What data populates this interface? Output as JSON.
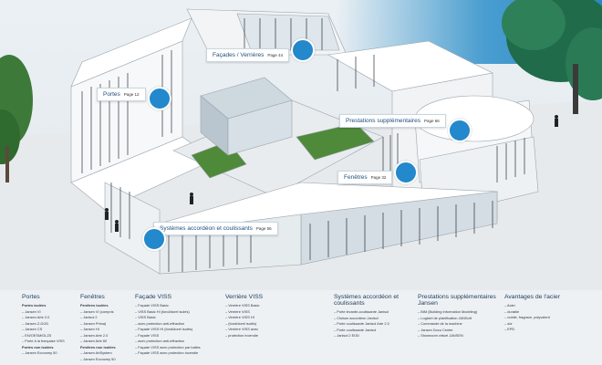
{
  "callouts": {
    "portes": {
      "label": "Portes",
      "page": "Page 12"
    },
    "facades": {
      "label": "Façades / Verrières",
      "page": "Page 44"
    },
    "prestations": {
      "label": "Prestations supplémentaires",
      "page": "Page 66"
    },
    "fenetres": {
      "label": "Fenêtres",
      "page": "Page 32"
    },
    "systemes": {
      "label": "Systèmes accordéon et coulissants",
      "page": "Page 56"
    }
  },
  "legend": {
    "portes": {
      "title": "Portes",
      "items": [
        "Portes isolées",
        "Jansen VI",
        "Jansen Arte 2.0",
        "Jansen Z-DOD",
        "Jansen CS",
        "EN/OESM/OLZ5",
        "Porte à la française VISS",
        "Portes non isolées",
        "Jansen Economy 50"
      ]
    },
    "fenetres": {
      "title": "Fenêtres",
      "items": [
        "Fenêtres isolées",
        "Jansen VI (compris",
        "Janisol 2",
        "Jansen Prima)",
        "Jansen HI",
        "Jansen Arte 2.0",
        "Jansen Arte 60",
        "Fenêtres non isolées",
        "Jansen ArtSystem",
        "Jansen Economy 50"
      ]
    },
    "facade_viss": {
      "title": "Façade VISS",
      "items": [
        "Façade VISS Basic",
        "VISS Basic HI (fond/dorel isolés)",
        "VISS Basic",
        "avec protection anti-effraction",
        "Façade VISS HI (fond/dorel isolés)",
        "Façade VISS",
        "avec protection anti-effraction",
        "Façade VISS avec protection par balles",
        "Façade VISS avec protection incendie"
      ]
    },
    "verriere_viss": {
      "title": "Verrière VISS",
      "items": [
        "Verrière VISS Basic",
        "Verrière VISS",
        "Verrière VISS HI",
        "(fond/dorel isolés)",
        "Verrière VISS avec",
        "protection incendie"
      ]
    },
    "systemes": {
      "title": "Systèmes accordéon et coulissants",
      "items": [
        "Porte levante-coulissante Janisol",
        "Cloison accordéon Janisol",
        "Porte coulissante Janisol Arte 2.0",
        "Porte coulissante Janisol",
        "Janisol 2 EI30"
      ]
    },
    "prestations": {
      "title": "Prestations supplémentaires Jansen",
      "items": [
        "BIM (Building Information Modeling)",
        "Logiciel de planification JANSoft",
        "Commande de la machine",
        "Jansen Docu Center",
        "Showroom virtuel JANSEN"
      ]
    },
    "avantages": {
      "title": "Avantages de l'acier",
      "items": [
        "Acier",
        "durable",
        "nobile, fragrace, polyvalent",
        "sûr",
        "EPD"
      ]
    }
  },
  "colors": {
    "accent": "#2388cc",
    "text_blue": "#1f4e79"
  }
}
